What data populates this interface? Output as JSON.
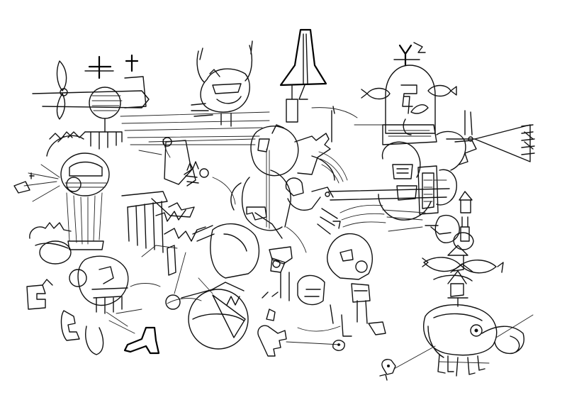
{
  "artwork": {
    "style": "single-line ink drawing on white paper",
    "ink_color": "#111111",
    "paper_color": "#ffffff",
    "motifs": [
      "propeller-plane-figure",
      "horned-mask-figure",
      "tower-spike",
      "fish-headed-figure",
      "arrow-sign",
      "central-reclining-figure",
      "comb-hands",
      "boot",
      "whale-creature"
    ]
  }
}
